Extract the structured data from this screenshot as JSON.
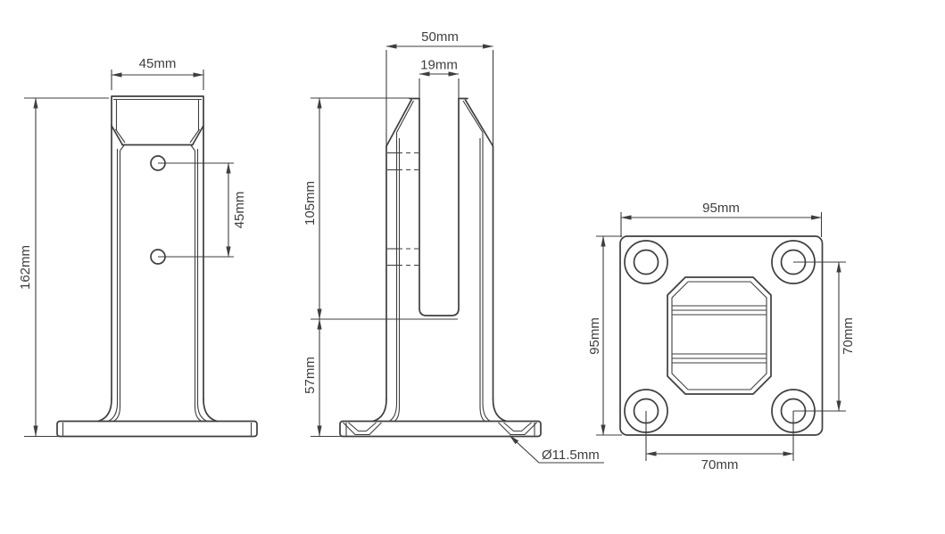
{
  "colors": {
    "background": "#ffffff",
    "line": "#3e3e3e"
  },
  "views": {
    "front": {
      "width": "45mm",
      "height": "162mm",
      "hole_pitch": "45mm"
    },
    "side": {
      "width": "50mm",
      "slot_width": "19mm",
      "slot_depth": "105mm",
      "base_height": "57mm",
      "hole_diameter": "Ø11.5mm"
    },
    "base_plate": {
      "width": "95mm",
      "height": "95mm",
      "hole_pitch_vertical": "70mm",
      "hole_pitch_horizontal": "70mm"
    }
  }
}
